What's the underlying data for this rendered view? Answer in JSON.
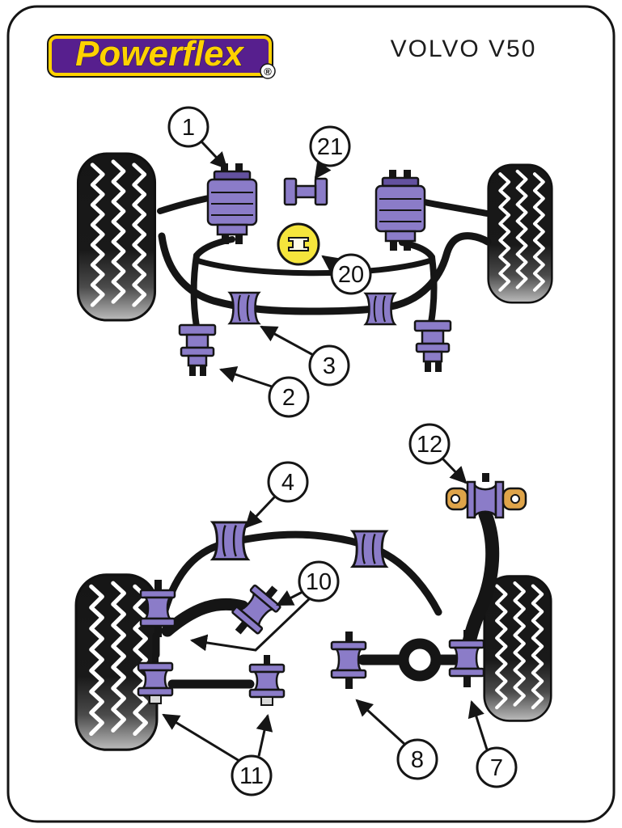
{
  "header": {
    "brand": "Powerflex",
    "registered_mark": "®",
    "model_title": "VOLVO V50"
  },
  "front_diagram": {
    "callouts": [
      {
        "label": "1"
      },
      {
        "label": "21"
      },
      {
        "label": "20"
      },
      {
        "label": "3"
      },
      {
        "label": "2"
      }
    ]
  },
  "rear_diagram": {
    "callouts": [
      {
        "label": "12"
      },
      {
        "label": "4"
      },
      {
        "label": "10"
      },
      {
        "label": "11"
      },
      {
        "label": "8"
      },
      {
        "label": "7"
      }
    ]
  },
  "colors": {
    "bushing_purple": "#8b7cc8",
    "bushing_purple_dark": "#63519f",
    "logo_purple": "#571f8e",
    "logo_yellow": "#ffd200",
    "highlight_yellow": "#f5e53c",
    "bracket_tan": "#dfa449",
    "outline_black": "#151515"
  }
}
